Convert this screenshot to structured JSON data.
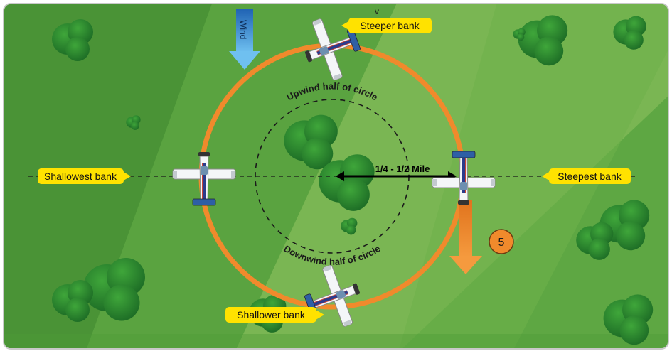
{
  "labels": {
    "steeper": "Steeper bank",
    "steepest": "Steepest bank",
    "shallowest": "Shallowest bank",
    "shallower": "Shallower bank",
    "distance": "1/4 - 1/2 Mile",
    "wind": "Wind",
    "upwind": "Upwind half of circle",
    "downwind": "Downwind half of circle",
    "step": "5",
    "top_mark": "v"
  },
  "colors": {
    "grass_dark": "#4f9a3a",
    "grass_mid": "#64ad45",
    "grass_light": "#86bf5c",
    "circle_orange": "#f08a2c",
    "label_yellow": "#ffe200",
    "wind_blue": "#3a8fd6",
    "badge_orange": "#f08a2c"
  },
  "icons": {
    "aircraft": "airplane-top-view-icon",
    "wind_arrow": "wind-arrow-icon",
    "direction_arrow": "down-arrow-icon",
    "tree": "tree-icon"
  }
}
